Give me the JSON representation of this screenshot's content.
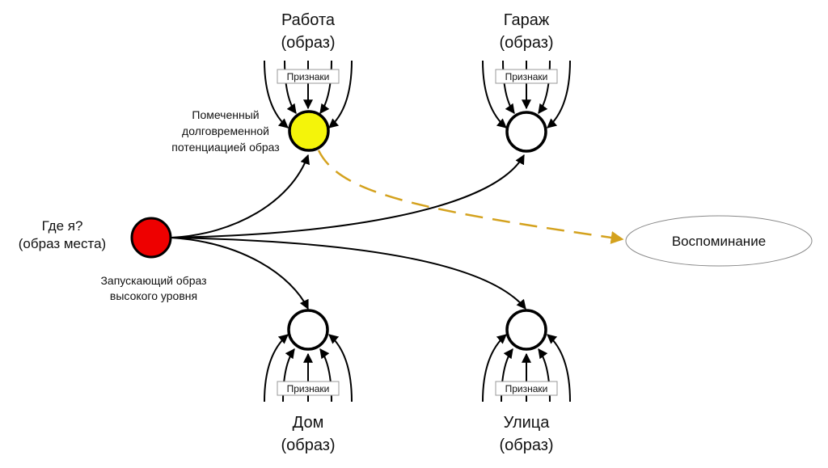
{
  "colors": {
    "trigger_fill": "#ee0000",
    "marked_fill": "#f4f40a",
    "memory_arrow": "#d4a21e",
    "stroke": "#000000",
    "ellipse_stroke": "#888888",
    "cue_box_stroke": "#999999"
  },
  "trigger": {
    "title": "Где я?",
    "subtitle": "(образ места)",
    "caption_line1": "Запускающий образ",
    "caption_line2": "высокого уровня"
  },
  "marked_note": {
    "line1": "Помеченный",
    "line2": "долговременной",
    "line3": "потенциацией образ"
  },
  "nodes": [
    {
      "id": "work",
      "title": "Работа",
      "subtitle": "(образ)",
      "cues": "Признаки",
      "marked": true
    },
    {
      "id": "garage",
      "title": "Гараж",
      "subtitle": "(образ)",
      "cues": "Признаки",
      "marked": false
    },
    {
      "id": "home",
      "title": "Дом",
      "subtitle": "(образ)",
      "cues": "Признаки",
      "marked": false
    },
    {
      "id": "street",
      "title": "Улица",
      "subtitle": "(образ)",
      "cues": "Признаки",
      "marked": false
    }
  ],
  "memory": {
    "label": "Воспоминание"
  },
  "icons": {
    "arrowhead": "triangle-arrow-icon"
  }
}
